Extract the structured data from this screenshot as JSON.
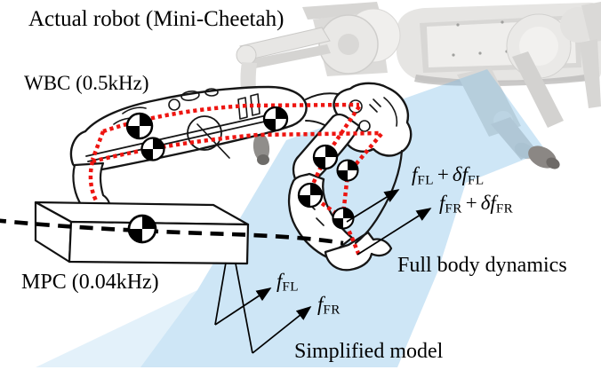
{
  "figure": {
    "title": "Actual robot (Mini-Cheetah)",
    "wbc_label": "WBC (0.5kHz)",
    "mpc_label": "MPC (0.04kHz)",
    "full_body_label": "Full body dynamics",
    "simplified_label": "Simplified model"
  },
  "forces": {
    "fl_wbc": {
      "f1": "f",
      "sub1": "FL",
      "plus": "+",
      "f2": "δf",
      "sub2": "FL"
    },
    "fr_wbc": {
      "f1": "f",
      "sub1": "FR",
      "plus": "+",
      "f2": "δf",
      "sub2": "FR"
    },
    "fl_mpc": {
      "f1": "f",
      "sub1": "FL"
    },
    "fr_mpc": {
      "f1": "f",
      "sub1": "FR"
    }
  },
  "annotations": {
    "com_marker_meaning": "center-of-mass-symbol",
    "red_dotted_meaning": "wbc-skeleton-links",
    "dashed_line_meaning": "com-trajectory",
    "beam_meaning": "model-abstraction-projection"
  },
  "colors": {
    "beam": "#7fbde8",
    "skeleton": "#ee1511",
    "ink": "#161616",
    "text": "#000000",
    "robot_grey": "#e6e5e3",
    "foot_grey": "#8b8784"
  }
}
